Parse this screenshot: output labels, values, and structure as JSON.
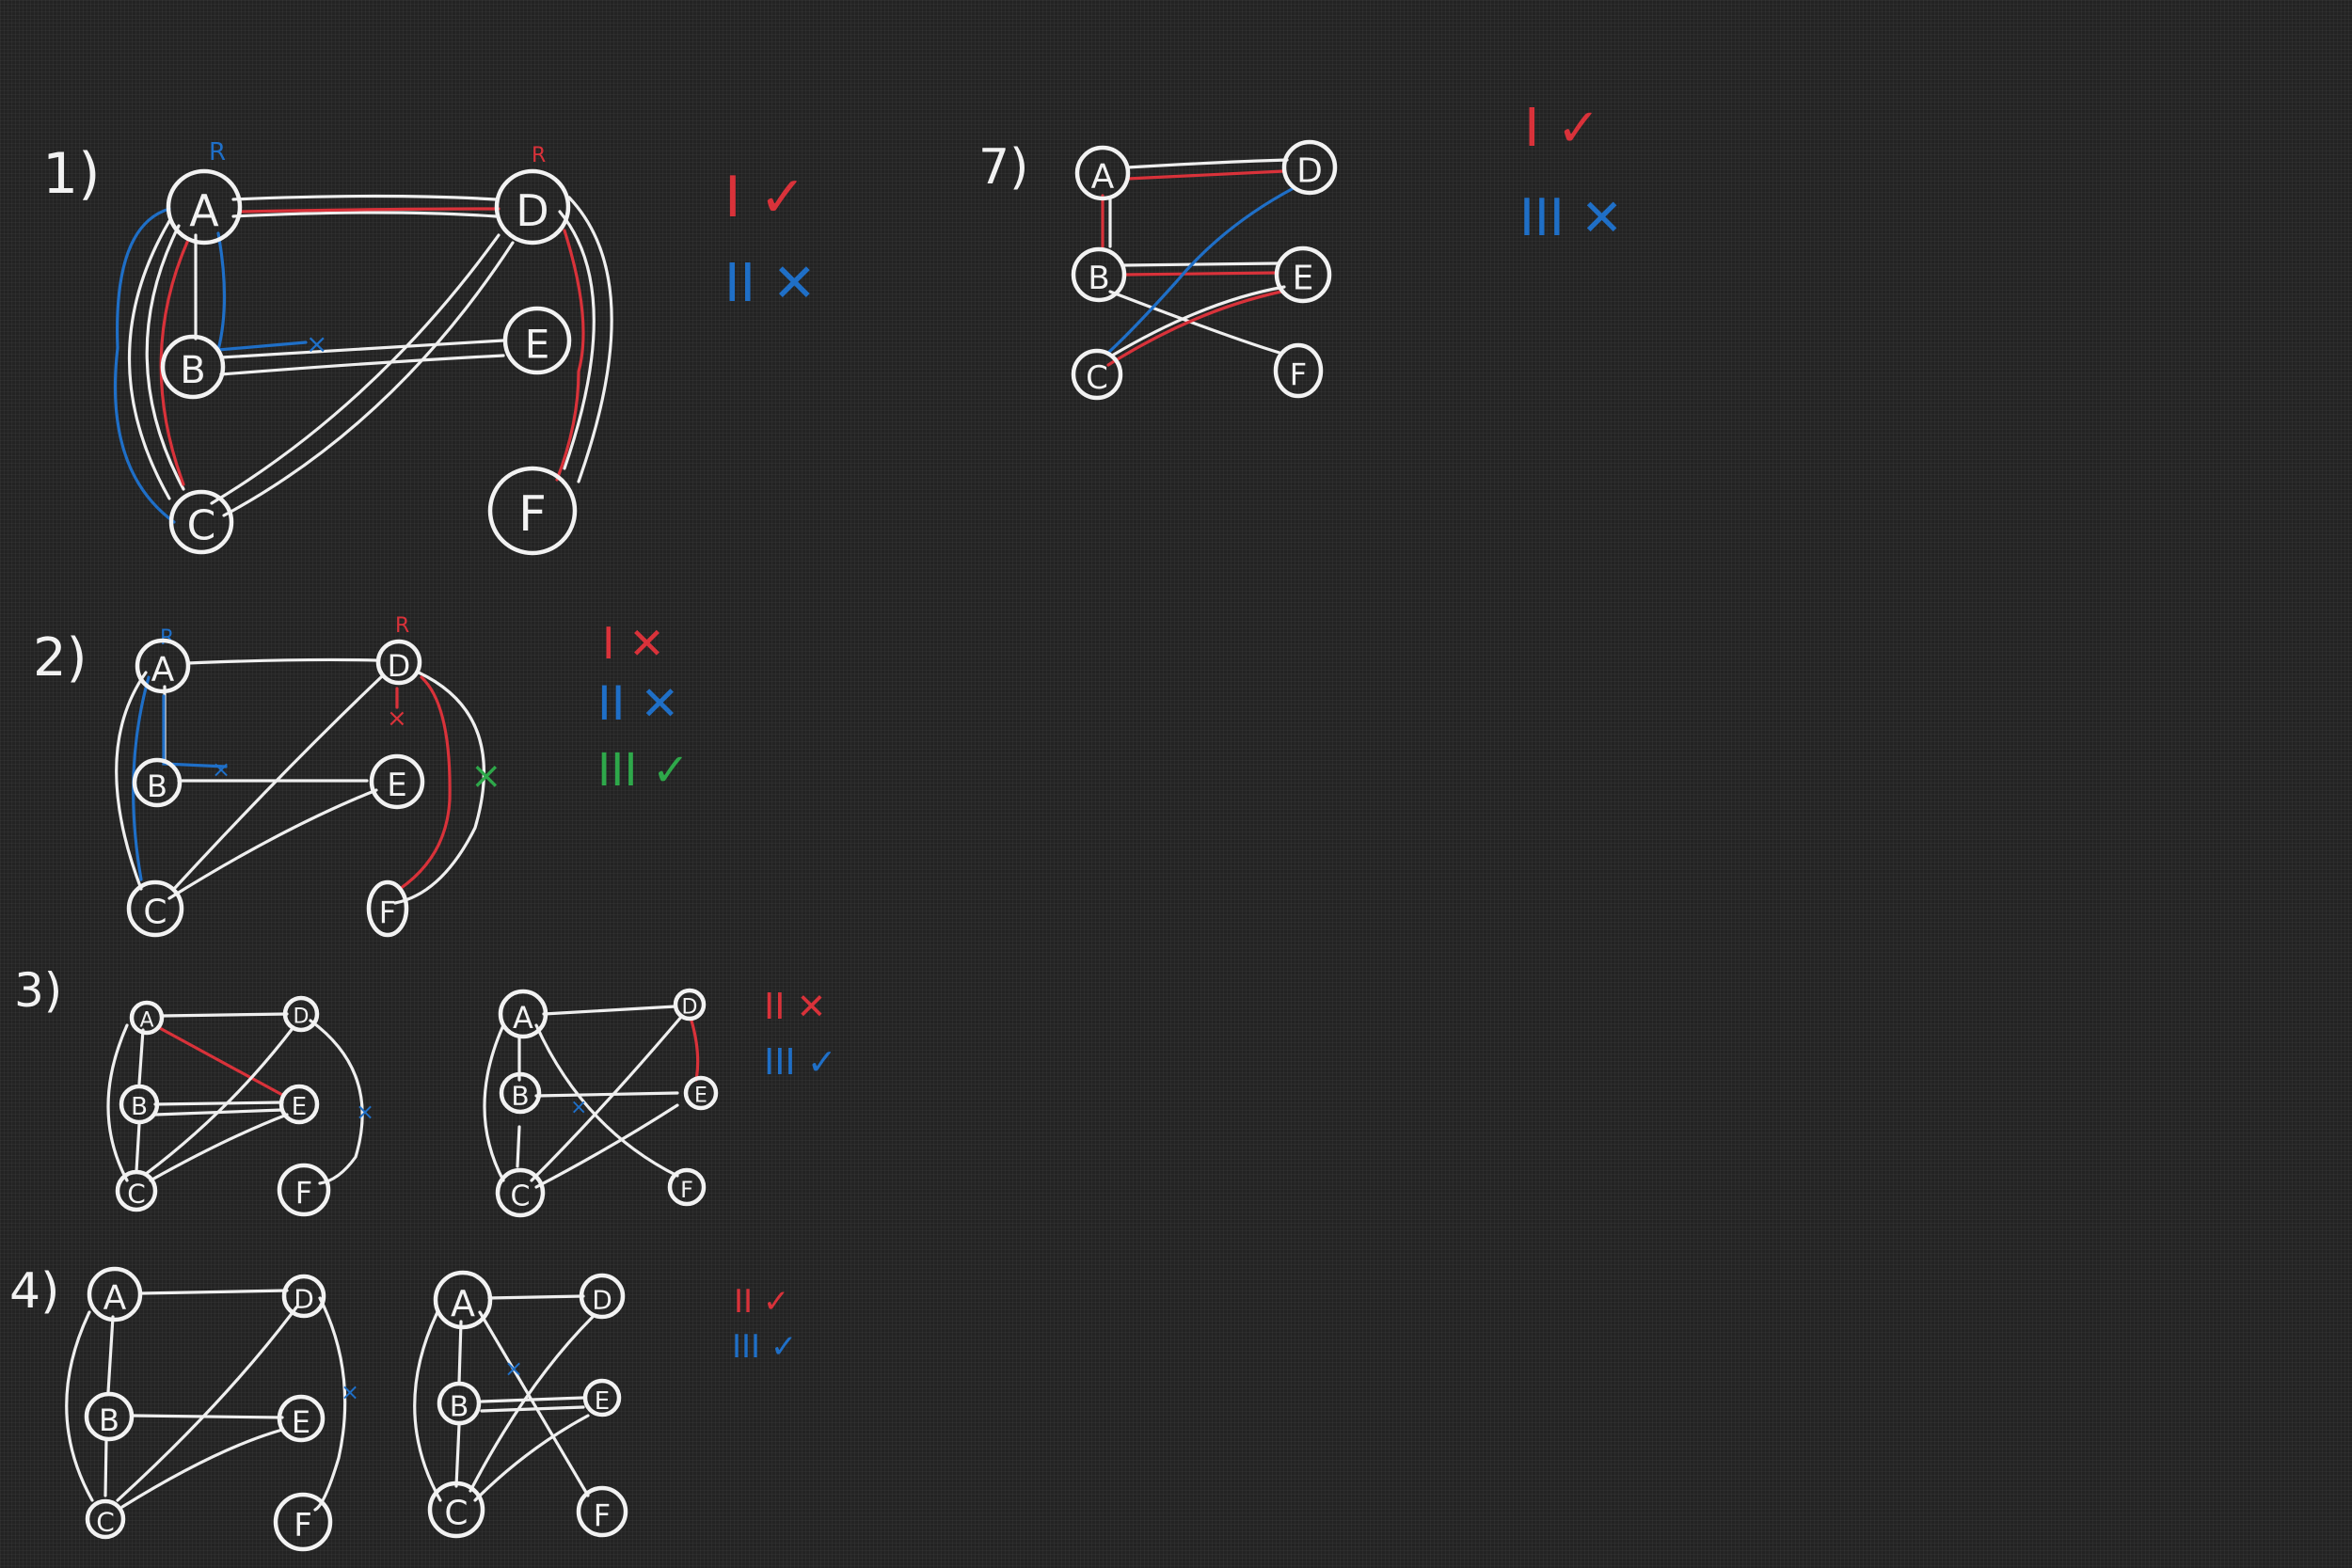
{
  "colors": {
    "background": "#232323",
    "ink_white": "#f2f2f2",
    "ink_red": "#d9323a",
    "ink_blue": "#1f6fc7",
    "ink_green": "#2ea84a"
  },
  "problems": [
    {
      "id": "p1",
      "label": "1)",
      "tags": [
        {
          "text": "R",
          "color": "blue"
        },
        {
          "text": "R",
          "color": "red"
        }
      ],
      "nodes": [
        "A",
        "D",
        "B",
        "E",
        "C",
        "F"
      ],
      "results": [
        {
          "text": "I ✓",
          "color": "red"
        },
        {
          "text": "II ✕",
          "color": "blue"
        }
      ]
    },
    {
      "id": "p2",
      "label": "2)",
      "tags": [
        {
          "text": "R",
          "color": "blue"
        },
        {
          "text": "R",
          "color": "red"
        }
      ],
      "nodes": [
        "A",
        "D",
        "B",
        "E",
        "C",
        "F"
      ],
      "results": [
        {
          "text": "I ✕",
          "color": "red"
        },
        {
          "text": "II ✕",
          "color": "blue"
        },
        {
          "text": "III ✓",
          "color": "green"
        }
      ]
    },
    {
      "id": "p3",
      "label": "3)",
      "left_nodes": [
        "A",
        "D",
        "B",
        "E",
        "C",
        "F"
      ],
      "right_nodes": [
        "A",
        "D",
        "B",
        "E",
        "C",
        "F"
      ],
      "results": [
        {
          "text": "II ✕",
          "color": "red"
        },
        {
          "text": "III ✓",
          "color": "blue"
        }
      ]
    },
    {
      "id": "p4",
      "label": "4)",
      "left_nodes": [
        "A",
        "D",
        "B",
        "E",
        "C",
        "F"
      ],
      "right_nodes": [
        "A",
        "D",
        "B",
        "E",
        "C",
        "F"
      ],
      "results": [
        {
          "text": "II ✓",
          "color": "red"
        },
        {
          "text": "III ✓",
          "color": "blue"
        }
      ]
    },
    {
      "id": "p7",
      "label": "7)",
      "nodes": [
        "A",
        "D",
        "B",
        "E",
        "C",
        "F"
      ],
      "results": [
        {
          "text": "I ✓",
          "color": "red"
        },
        {
          "text": "III ✕",
          "color": "blue"
        }
      ]
    }
  ]
}
